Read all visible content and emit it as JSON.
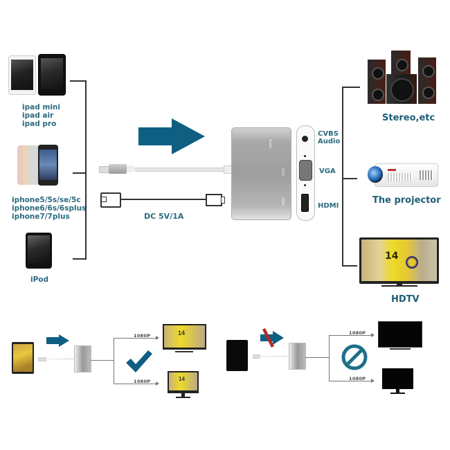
{
  "colors": {
    "accent_blue": "#0f5f82",
    "label_teal": "#2a6b80",
    "forbidden_red": "#b22a2a",
    "line_dark": "#333333",
    "adapter_gray": "#9a9a9a"
  },
  "sources": {
    "ipad": {
      "icon": "ipad-icon",
      "lines": [
        "ipad mini",
        "ipad air",
        "ipad pro"
      ]
    },
    "iphone": {
      "icon": "iphone-icon",
      "lines": [
        "iphone5/5s/se/5c",
        "iphone6/6s/6splus",
        "iphone7/7plus"
      ]
    },
    "ipod": {
      "icon": "ipod-icon",
      "label": "iPod"
    }
  },
  "adapter": {
    "power_label": "DC 5V/1A",
    "body_port_labels": [
      "Audio",
      "VGA",
      "HDMI"
    ],
    "port_labels": {
      "cvbs_line1": "CVBS",
      "cvbs_line2": "Audio",
      "vga": "VGA",
      "hdmi": "HDMI"
    }
  },
  "outputs": {
    "stereo": {
      "icon": "speakers-icon",
      "label": "Stereo,etc"
    },
    "projector": {
      "icon": "projector-icon",
      "label": "The projector"
    },
    "hdtv": {
      "icon": "tv-icon",
      "label": "HDTV",
      "jersey_number": "14"
    }
  },
  "bottom": {
    "supported": {
      "resolution_top": "1080P",
      "resolution_bottom": "1080P",
      "status_icon": "checkmark-icon",
      "jersey_number": "14"
    },
    "unsupported": {
      "resolution_top": "1080P",
      "resolution_bottom": "1080P",
      "status_icon": "prohibited-icon"
    }
  }
}
